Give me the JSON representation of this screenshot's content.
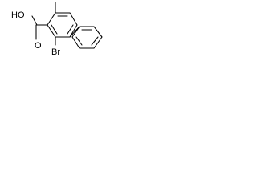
{
  "structure": {
    "atom_labels": {
      "carboxyl_oh": "HO",
      "carbonyl_o": "O",
      "bromine": "Br"
    },
    "colors": {
      "background": "#ffffff",
      "stroke": "#000000",
      "text": "#000000"
    }
  }
}
